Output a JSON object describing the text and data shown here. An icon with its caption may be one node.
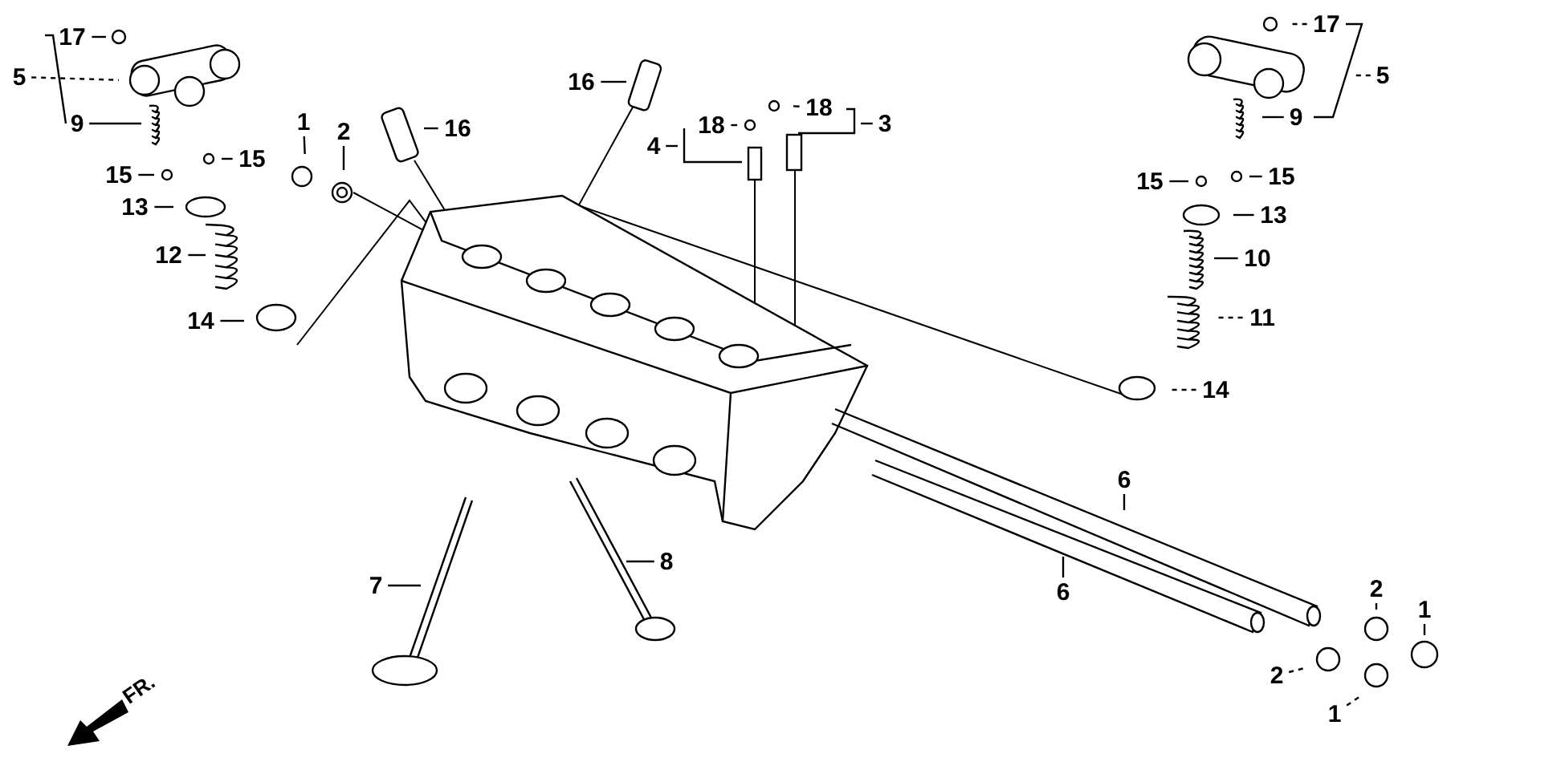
{
  "diagram": {
    "nodes": [
      {
        "text": [
          "17"
        ]
      },
      {
        "text": [
          "5"
        ]
      },
      {
        "text": [
          "9"
        ]
      },
      {
        "text": [
          "1"
        ]
      },
      {
        "text": [
          "2"
        ]
      },
      {
        "text": [
          "16"
        ]
      },
      {
        "text": [
          "16"
        ]
      },
      {
        "text": [
          "18"
        ]
      },
      {
        "text": [
          "4"
        ]
      },
      {
        "text": [
          "18"
        ]
      },
      {
        "text": [
          "3"
        ]
      },
      {
        "text": [
          "15"
        ]
      },
      {
        "text": [
          "15"
        ]
      },
      {
        "text": [
          "13"
        ]
      },
      {
        "text": [
          "12"
        ]
      },
      {
        "text": [
          "14"
        ]
      },
      {
        "text": [
          "17"
        ]
      },
      {
        "text": [
          "5"
        ]
      },
      {
        "text": [
          "9"
        ]
      },
      {
        "text": [
          "15"
        ]
      },
      {
        "text": [
          "15"
        ]
      },
      {
        "text": [
          "13"
        ]
      },
      {
        "text": [
          "10"
        ]
      },
      {
        "text": [
          "11"
        ]
      },
      {
        "text": [
          "14"
        ]
      },
      {
        "text": [
          "6"
        ]
      },
      {
        "text": [
          "6"
        ]
      },
      {
        "text": [
          "7"
        ]
      },
      {
        "text": [
          "8"
        ]
      },
      {
        "text": [
          "2"
        ]
      },
      {
        "text": [
          "1"
        ]
      },
      {
        "text": [
          "2"
        ]
      },
      {
        "text": [
          "1"
        ]
      }
    ],
    "edges": [
      {
        "from": 0,
        "to": null,
        "arrow": "none"
      },
      {
        "from": 1,
        "to": null,
        "arrow": "none",
        "style": "dashed"
      },
      {
        "from": 2,
        "to": null,
        "arrow": "none"
      },
      {
        "from": 3,
        "to": null,
        "arrow": "none"
      },
      {
        "from": 4,
        "to": null,
        "arrow": "none"
      },
      {
        "from": 5,
        "to": null,
        "arrow": "none"
      },
      {
        "from": 6,
        "to": null,
        "arrow": "none"
      },
      {
        "from": 7,
        "to": null,
        "arrow": "none"
      },
      {
        "from": 8,
        "to": null,
        "arrow": "none"
      },
      {
        "from": 9,
        "to": null,
        "arrow": "none"
      },
      {
        "from": 10,
        "to": null,
        "arrow": "none"
      },
      {
        "from": 11,
        "to": null,
        "arrow": "none"
      },
      {
        "from": 12,
        "to": null,
        "arrow": "none"
      },
      {
        "from": 13,
        "to": null,
        "arrow": "none"
      },
      {
        "from": 14,
        "to": null,
        "arrow": "none"
      },
      {
        "from": 15,
        "to": null,
        "arrow": "none"
      },
      {
        "from": 16,
        "to": null,
        "arrow": "none",
        "style": "dashed"
      },
      {
        "from": 17,
        "to": null,
        "arrow": "none",
        "style": "dashed"
      },
      {
        "from": 18,
        "to": null,
        "arrow": "none"
      },
      {
        "from": 19,
        "to": null,
        "arrow": "none"
      },
      {
        "from": 20,
        "to": null,
        "arrow": "none"
      },
      {
        "from": 21,
        "to": null,
        "arrow": "none"
      },
      {
        "from": 22,
        "to": null,
        "arrow": "none"
      },
      {
        "from": 23,
        "to": null,
        "arrow": "none",
        "style": "dashed"
      },
      {
        "from": 24,
        "to": null,
        "arrow": "none",
        "style": "dashed"
      },
      {
        "from": 25,
        "to": null,
        "arrow": "none"
      },
      {
        "from": 26,
        "to": null,
        "arrow": "none"
      },
      {
        "from": 27,
        "to": null,
        "arrow": "none"
      },
      {
        "from": 28,
        "to": null,
        "arrow": "none"
      },
      {
        "from": 29,
        "to": null,
        "arrow": "none"
      },
      {
        "from": 30,
        "to": null,
        "arrow": "none"
      },
      {
        "from": 31,
        "to": null,
        "arrow": "none",
        "style": "dashed"
      },
      {
        "from": 32,
        "to": null,
        "arrow": "none",
        "style": "dashed"
      }
    ],
    "labels": [
      "FR."
    ]
  }
}
